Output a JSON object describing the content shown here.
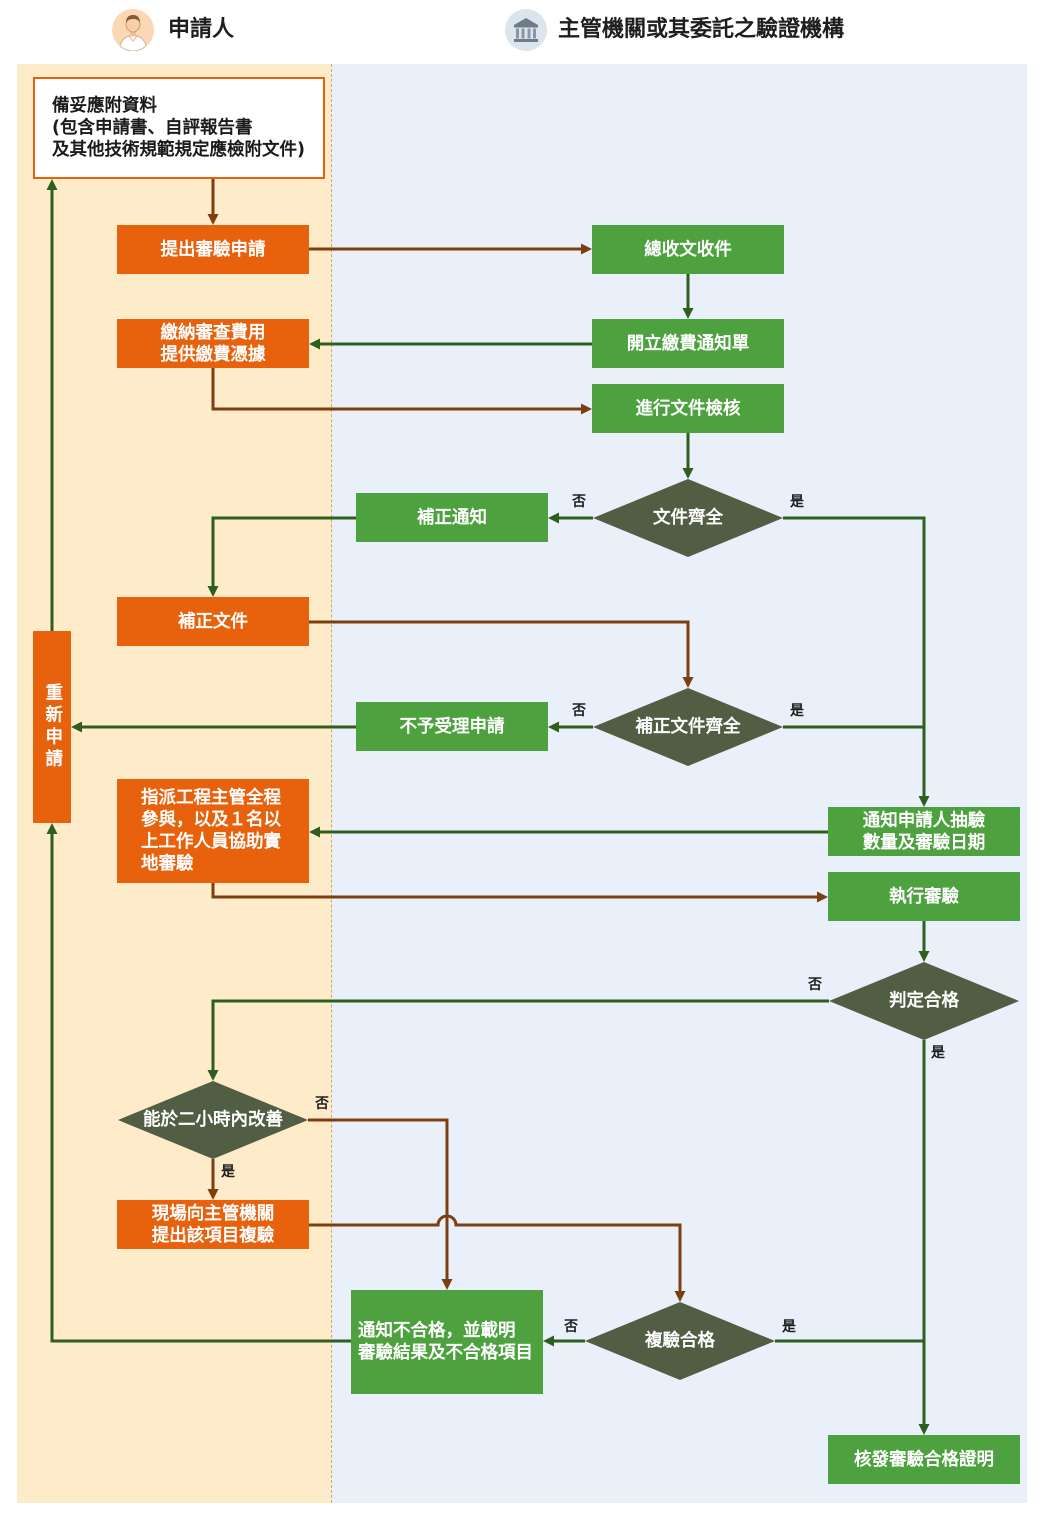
{
  "lanes": {
    "applicant": {
      "title": "申請人",
      "icon": "person-avatar-icon"
    },
    "authority": {
      "title": "主管機關或其委託之驗證機構",
      "icon": "government-building-icon"
    }
  },
  "colors": {
    "applicant_step": "#e8620e",
    "authority_step": "#4ea13f",
    "decision": "#525e44",
    "applicant_flow": "#7b3f10",
    "authority_flow": "#2f5f1f",
    "applicant_lane": "#fdebc9",
    "authority_lane": "#e9f0fa"
  },
  "nodes": {
    "prepare_documents": {
      "lines": [
        "備妥應附資料",
        "(包含申請書、自評報告書",
        "及其他技術規範規定應檢附文件)"
      ]
    },
    "submit_application": {
      "label": "提出審驗申請"
    },
    "receive_documents": {
      "label": "總收文收件"
    },
    "issue_payment_notice": {
      "label": "開立繳費通知單"
    },
    "pay_fee": {
      "lines": [
        "繳納審查費用",
        "提供繳費憑據"
      ]
    },
    "document_review": {
      "label": "進行文件檢核"
    },
    "documents_complete": {
      "label": "文件齊全",
      "yes": "是",
      "no": "否"
    },
    "correction_notice": {
      "label": "補正通知"
    },
    "submit_corrections": {
      "label": "補正文件"
    },
    "corrections_complete": {
      "label": "補正文件齊全",
      "yes": "是",
      "no": "否"
    },
    "reject_application": {
      "label": "不予受理申請"
    },
    "reapply": {
      "label": "重新申請"
    },
    "assign_inspection_staff": {
      "lines": [
        "指派工程主管全程",
        "參與，以及１名以",
        "上工作人員協助實",
        "地審驗"
      ]
    },
    "notify_sampling": {
      "lines": [
        "通知申請人抽驗",
        "數量及審驗日期"
      ]
    },
    "perform_inspection": {
      "label": "執行審驗"
    },
    "judge_pass": {
      "label": "判定合格",
      "yes": "是",
      "no": "否"
    },
    "improve_within_two_hours": {
      "label": "能於二小時內改善",
      "yes": "是",
      "no": "否"
    },
    "request_reinspection": {
      "lines": [
        "現場向主管機關",
        "提出該項目複驗"
      ]
    },
    "notify_failure": {
      "lines": [
        "通知不合格，並載明",
        "審驗結果及不合格項目"
      ]
    },
    "reinspection_pass": {
      "label": "複驗合格",
      "yes": "是",
      "no": "否"
    },
    "issue_certificate": {
      "label": "核發審驗合格證明"
    }
  }
}
